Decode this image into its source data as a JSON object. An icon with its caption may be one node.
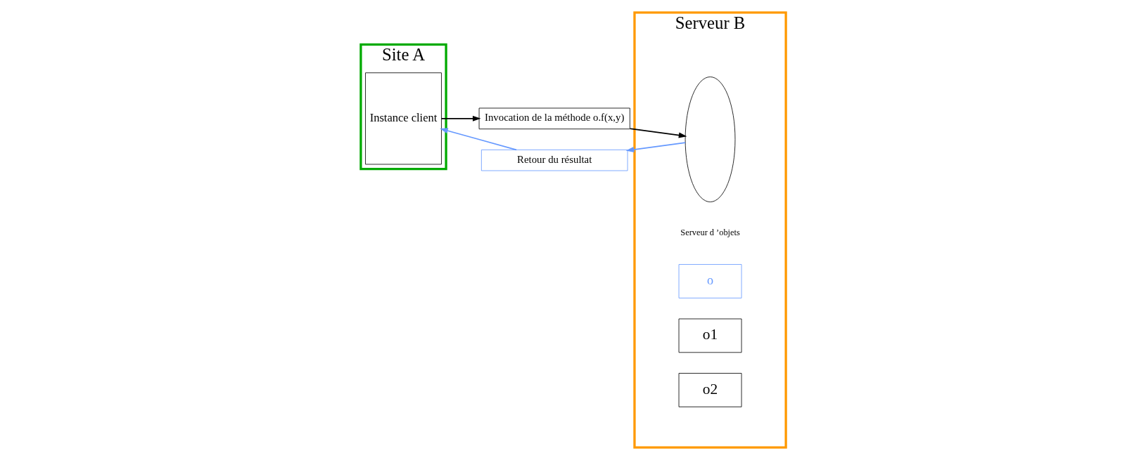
{
  "diagram": {
    "nodes": [
      {
        "text": [
          "Site A"
        ]
      },
      {
        "text": [
          "Instance client"
        ],
        "in": 0
      },
      {
        "text": [
          "Invocation de la méthode o.f(x,y)"
        ]
      },
      {
        "text": [
          "Serveur B"
        ]
      },
      {
        "text": [],
        "shape": "ellipse",
        "beside": [
          "Serveur d ’objets"
        ],
        "in": 3
      },
      {
        "text": [
          "o"
        ],
        "in": 3
      },
      {
        "text": [
          "o1"
        ],
        "in": 3
      },
      {
        "text": [
          "o2"
        ],
        "in": 3
      },
      {
        "text": [
          "Retour du résultat"
        ]
      }
    ],
    "edges": [
      {
        "from": 1,
        "to": 2,
        "arrow": "to"
      },
      {
        "from": 2,
        "to": 4,
        "arrow": "to"
      },
      {
        "from": 4,
        "to": 8,
        "arrow": "to",
        "color": "#6699ff"
      },
      {
        "from": 8,
        "to": 1,
        "arrow": "to",
        "color": "#6699ff"
      }
    ]
  }
}
